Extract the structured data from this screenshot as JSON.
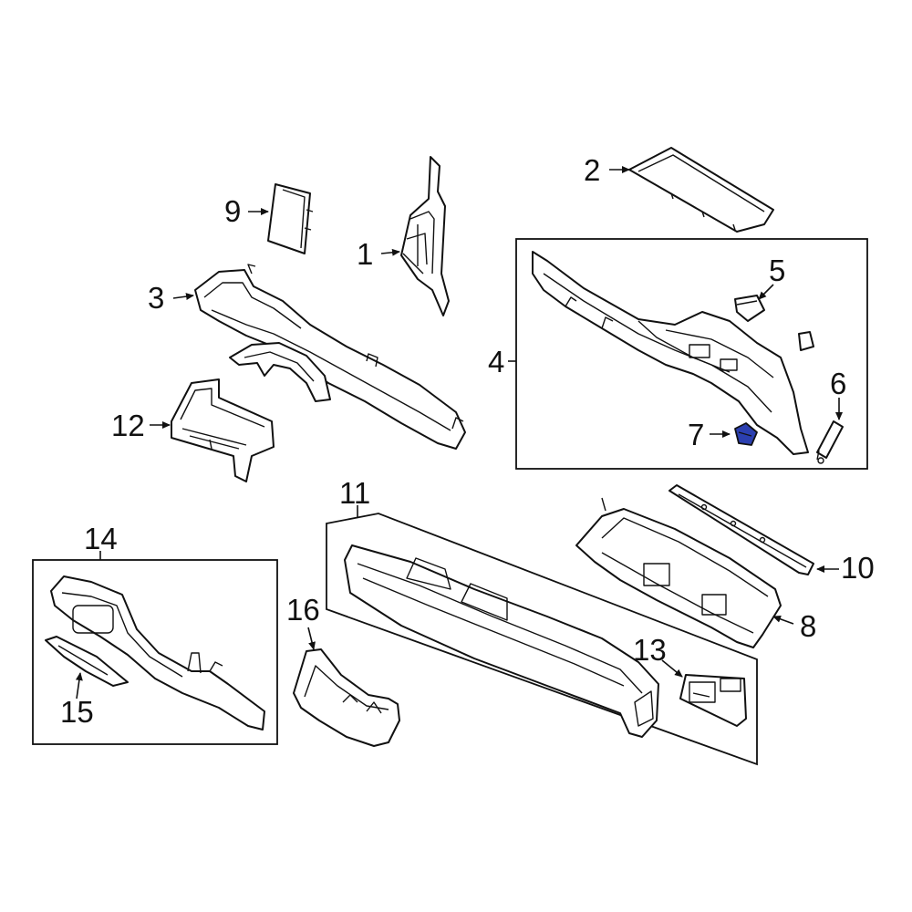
{
  "labels": {
    "p1": "1",
    "p2": "2",
    "p3": "3",
    "p4": "4",
    "p5": "5",
    "p6": "6",
    "p7": "7",
    "p8": "8",
    "p9": "9",
    "p10": "10",
    "p11": "11",
    "p12": "12",
    "p13": "13",
    "p14": "14",
    "p15": "15",
    "p16": "16"
  },
  "colors": {
    "line": "#111111",
    "background": "#ffffff",
    "highlight": "#2b3fb0"
  }
}
